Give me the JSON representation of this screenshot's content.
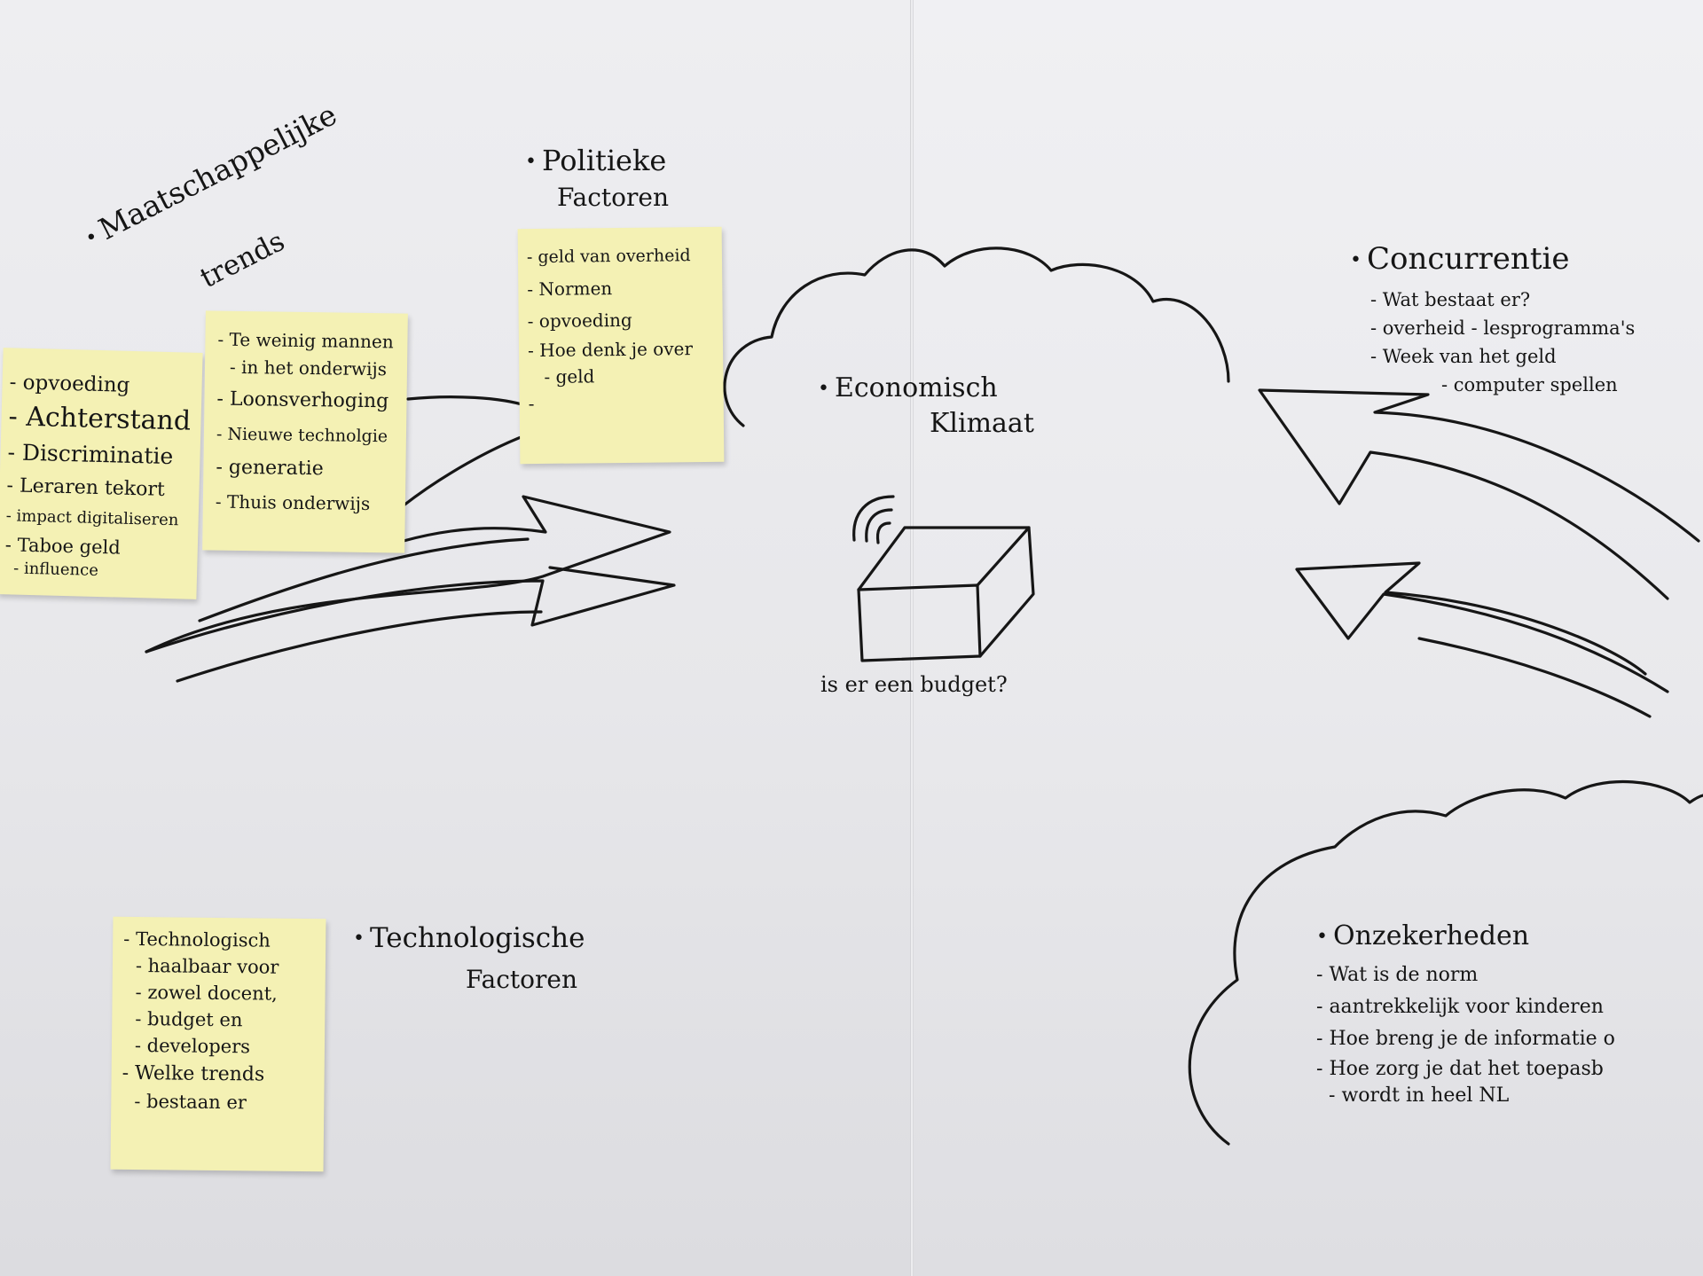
{
  "maatschappelijke": {
    "title_line1": "Maatschappelijke",
    "title_line2": "trends",
    "note_a": [
      "opvoeding",
      "Achterstand",
      "Discriminatie",
      "Leraren tekort",
      "impact digitaliseren",
      "Taboe geld",
      "influence"
    ],
    "note_b": [
      "Te weinig mannen",
      "in het onderwijs",
      "Loonsverhoging",
      "Nieuwe technolgie",
      "generatie",
      "Thuis onderwijs"
    ]
  },
  "politieke": {
    "title_line1": "Politieke",
    "title_line2": "Factoren",
    "note": [
      "geld van overheid",
      "Normen",
      "opvoeding",
      "Hoe denk je over",
      "geld",
      ""
    ]
  },
  "economisch": {
    "title_line1": "Economisch",
    "title_line2": "Klimaat",
    "caption": "is er een budget?"
  },
  "concurrentie": {
    "title": "Concurrentie",
    "items": [
      "Wat bestaat er?",
      "overheid - lesprogramma's",
      "Week van het geld",
      "computer spellen"
    ]
  },
  "technologische": {
    "title_line1": "Technologische",
    "title_line2": "Factoren",
    "note": [
      "Technologisch",
      "haalbaar voor",
      "zowel docent,",
      "budget en",
      "developers",
      "Welke trends",
      "bestaan er"
    ]
  },
  "onzekerheden": {
    "title": "Onzekerheden",
    "items": [
      "Wat is de norm",
      "aantrekkelijk voor kinderen",
      "Hoe breng je de informatie o",
      "Hoe zorg je dat het toepasb",
      "wordt in heel NL"
    ]
  }
}
